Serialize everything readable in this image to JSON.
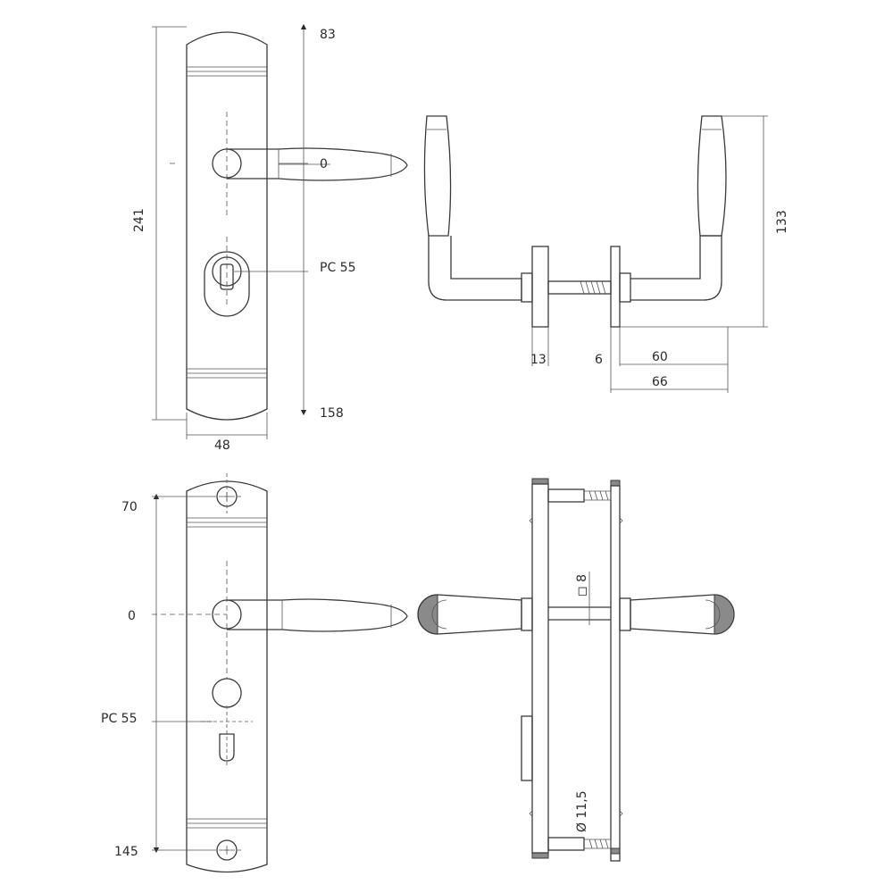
{
  "colors": {
    "line": "#3a3a3a",
    "background": "#ffffff",
    "cap_fill": "#8a8a8a"
  },
  "views": {
    "front_long": {
      "dim_overall_height": "241",
      "dim_width": "48",
      "dim_top": "83",
      "dim_handle": "0",
      "dim_cylinder": "PC 55",
      "dim_bottom": "158"
    },
    "side_top": {
      "dim_lever_height": "133",
      "dim_rose": "13",
      "dim_gap": "6",
      "dim_lever_60": "60",
      "dim_lever_66": "66"
    },
    "front_screws": {
      "dim_top": "70",
      "dim_handle": "0",
      "dim_cylinder": "PC 55",
      "dim_bottom": "145"
    },
    "side_bottom": {
      "dim_spindle": "◻ 8",
      "dim_screw": "Ø 11,5"
    }
  }
}
